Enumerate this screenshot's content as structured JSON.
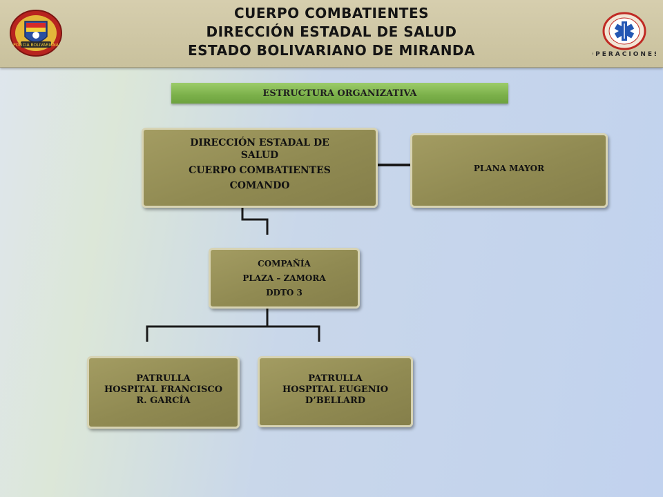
{
  "header": {
    "title_line1": "CUERPO COMBATIENTES",
    "title_line2": "DIRECCIÓN ESTADAL DE SALUD",
    "title_line3": "ESTADO BOLIVARIANO DE MIRANDA",
    "logo_left": {
      "icon": "shield-emblem-icon",
      "text": "POLICIA BOLIVARIANA"
    },
    "logo_right": {
      "icon": "star-of-life-icon",
      "text": "OPERACIONES"
    }
  },
  "section_title": "ESTRUCTURA ORGANIZATIVA",
  "org_chart": {
    "top": {
      "lines": [
        "DIRECCIÓN ESTADAL DE",
        "SALUD",
        "CUERPO COMBATIENTES",
        "COMANDO"
      ]
    },
    "plana_mayor": {
      "label": "PLANA MAYOR"
    },
    "compania": {
      "lines": [
        "COMPAÑÍA",
        "PLAZA – ZAMORA",
        "DDTO 3"
      ]
    },
    "patrulla_1": {
      "lines": [
        "PATRULLA",
        "HOSPITAL FRANCISCO",
        "R. GARCÍA"
      ]
    },
    "patrulla_2": {
      "lines": [
        "PATRULLA",
        "HOSPITAL  EUGENIO",
        "D’BELLARD"
      ]
    }
  },
  "colors": {
    "box_fill": "#908a52",
    "box_border": "#d7d3b3",
    "banner_green": "#7bb04a",
    "header_fill": "#c9c19d"
  }
}
